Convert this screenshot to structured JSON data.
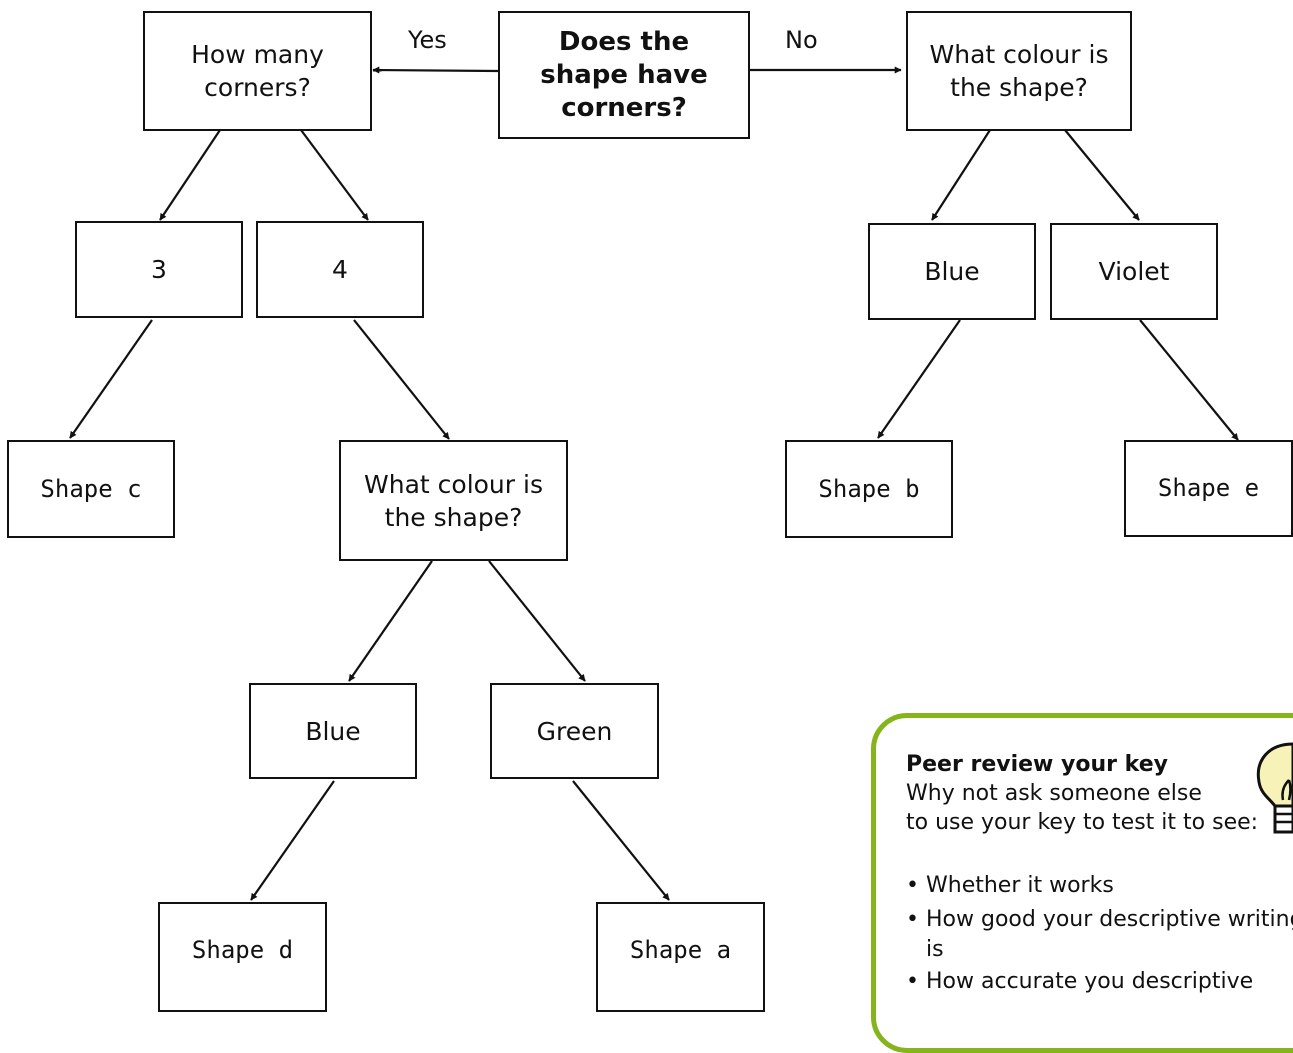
{
  "tree": {
    "root": "Does the shape have corners?",
    "edge_yes": "Yes",
    "edge_no": "No",
    "q_corners": "How many corners?",
    "q_colour_right": "What colour is the shape?",
    "corners_3": "3",
    "corners_4": "4",
    "right_blue": "Blue",
    "right_violet": "Violet",
    "shape_c": "Shape c",
    "q_colour_mid": "What colour is the shape?",
    "shape_b": "Shape b",
    "shape_e": "Shape e",
    "mid_blue": "Blue",
    "mid_green": "Green",
    "shape_d": "Shape d",
    "shape_a": "Shape a"
  },
  "review": {
    "title": "Peer review your key",
    "line1": "Why not ask someone else",
    "line2": "to use your key to test it to see:",
    "bullets": [
      "Whether it works",
      "How good your descriptive writing",
      "is",
      "How accurate you descriptive"
    ],
    "icon": "lightbulb-icon",
    "border_color": "#86b41c",
    "bulb_color": "#f7f3b8"
  }
}
